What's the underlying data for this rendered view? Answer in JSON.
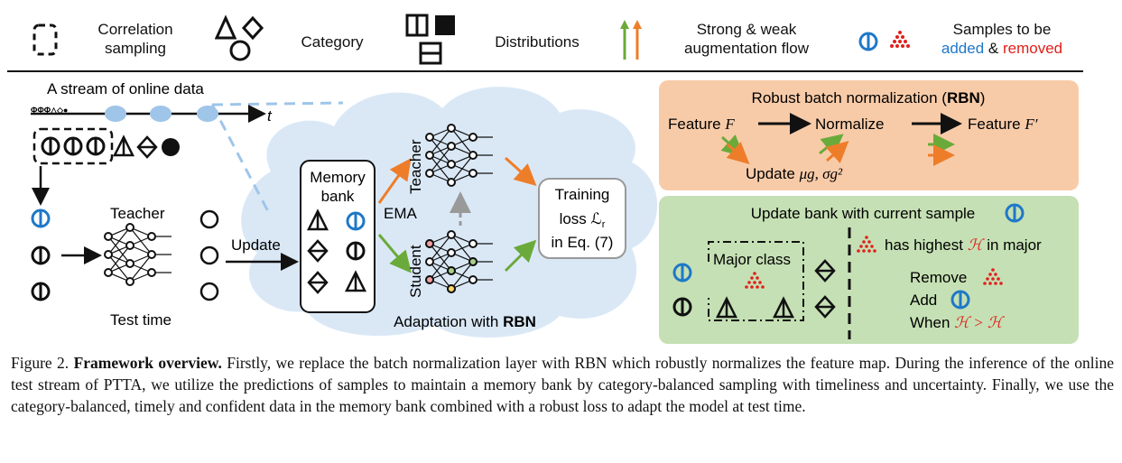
{
  "legend": {
    "correlation": [
      "Correlation",
      "sampling"
    ],
    "category": "Category",
    "distributions": "Distributions",
    "flow": [
      "Strong & weak",
      "augmentation flow"
    ],
    "samples_line1": "Samples to be",
    "samples_added": "added",
    "samples_amp": "&",
    "samples_removed": "removed"
  },
  "left": {
    "stream_title": "A stream of online data",
    "stream_tiny": "ΦΦΦ△◇●",
    "t_label": "t",
    "teacher": "Teacher",
    "update": "Update",
    "test_time": "Test time"
  },
  "center": {
    "memory_bank": [
      "Memory",
      "bank"
    ],
    "teacher": "Teacher",
    "student": "Student",
    "ema": "EMA",
    "training_loss": [
      "Training",
      "loss ℒ",
      "in Eq. (7)"
    ],
    "loss_sub": "r",
    "adaptation": "Adaptation with",
    "adaptation_bold": "RBN"
  },
  "rbn": {
    "title": "Robust batch normalization (",
    "title_bold": "RBN",
    "title_end": ")",
    "feature_in": "Feature",
    "feature_in_var": "F",
    "normalize": "Normalize",
    "feature_out": "Feature",
    "feature_out_var": "F′",
    "update": "Update",
    "update_math": "μg, σg²"
  },
  "bank": {
    "title": "Update bank with current sample",
    "major_class": "Major class",
    "highest": "has highest",
    "highest_math": "ℋ",
    "highest_end": "in major",
    "remove": "Remove",
    "add": "Add",
    "when": "When",
    "when_math": "ℋ > ℋ"
  },
  "caption": {
    "fig": "Figure 2.",
    "lead": "Framework overview.",
    "text": "Firstly, we replace the batch normalization layer with RBN which robustly normalizes the feature map. During the inference of the online test stream of PTTA, we utilize the predictions of samples to maintain a memory bank by category-balanced sampling with timeliness and uncertainty. Finally, we use the category-balanced, timely and confident data in the memory bank combined with a robust loss to adapt the model at test time."
  },
  "colors": {
    "blue": "#1f78c8",
    "red": "#e0201b",
    "green_arrow": "#6aaa3a",
    "orange_arrow": "#ee7d2a",
    "rbn_bg": "#f8cba8",
    "bank_bg": "#c5e0b4",
    "cloud": "#dae8f6"
  }
}
